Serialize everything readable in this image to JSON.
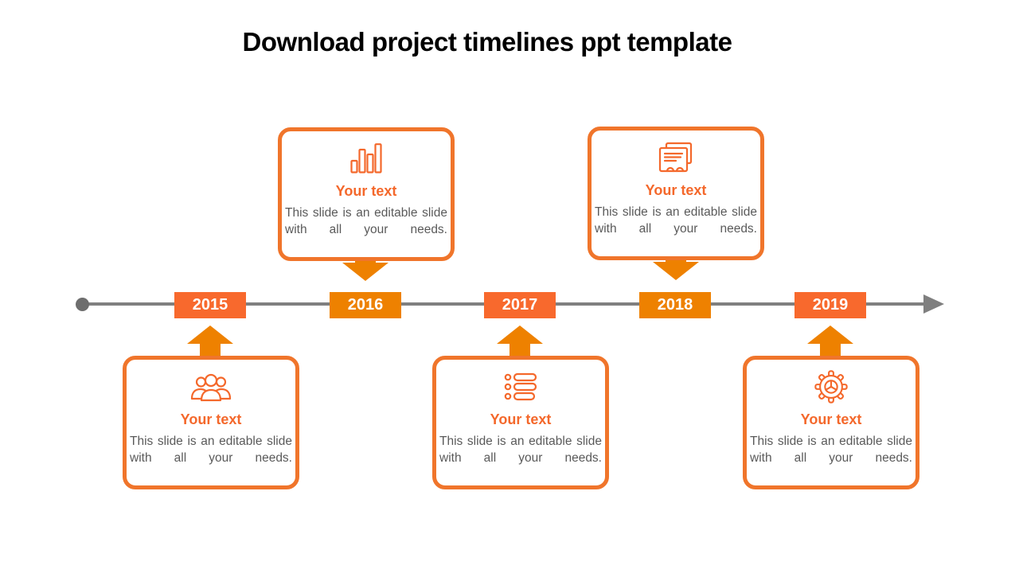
{
  "title": "Download project timelines ppt template",
  "colors": {
    "orange_light": "#F8692D",
    "orange_dark": "#EE8100",
    "orange_border": "#F0752B",
    "orange_text": "#F4682B",
    "line_gray": "#7F7F7F",
    "dot_gray": "#6E6E6E",
    "body_gray": "#5A5A5A"
  },
  "timeline": {
    "years": [
      {
        "label": "2015",
        "tone": "light"
      },
      {
        "label": "2016",
        "tone": "dark"
      },
      {
        "label": "2017",
        "tone": "light"
      },
      {
        "label": "2018",
        "tone": "dark"
      },
      {
        "label": "2019",
        "tone": "light"
      }
    ]
  },
  "callouts": [
    {
      "position": "top",
      "year": "2016",
      "icon": "bar-chart-icon",
      "heading": "Your text",
      "body": "This slide is an editable slide with all your needs."
    },
    {
      "position": "top",
      "year": "2018",
      "icon": "notes-icon",
      "heading": "Your text",
      "body": "This slide is an editable slide with all your needs."
    },
    {
      "position": "bottom",
      "year": "2015",
      "icon": "people-icon",
      "heading": "Your text",
      "body": "This slide is an editable slide with all your needs."
    },
    {
      "position": "bottom",
      "year": "2017",
      "icon": "list-icon",
      "heading": "Your text",
      "body": "This slide is an editable slide with all your needs."
    },
    {
      "position": "bottom",
      "year": "2019",
      "icon": "gear-icon",
      "heading": "Your text",
      "body": "This slide is an editable slide with all your needs."
    }
  ]
}
